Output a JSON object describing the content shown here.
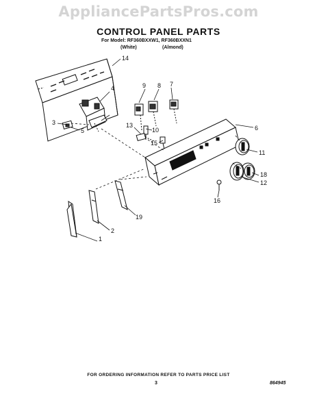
{
  "watermark": "AppliancePartsPros.com",
  "header": {
    "title": "CONTROL PANEL PARTS",
    "model_line": "For Model: RF360BXXW1, RF360BXXN1",
    "variant_white": "(White)",
    "variant_almond": "(Almond)"
  },
  "callouts": [
    "1",
    "2",
    "3",
    "4",
    "5",
    "6",
    "7",
    "8",
    "9",
    "10",
    "11",
    "12",
    "13",
    "14",
    "15",
    "16",
    "18",
    "19"
  ],
  "footer": {
    "ordering_note": "FOR ORDERING INFORMATION REFER TO PARTS PRICE LIST",
    "page_number": "3",
    "document_number": "864945"
  },
  "fine_print": {
    "left": "",
    "right": ""
  }
}
